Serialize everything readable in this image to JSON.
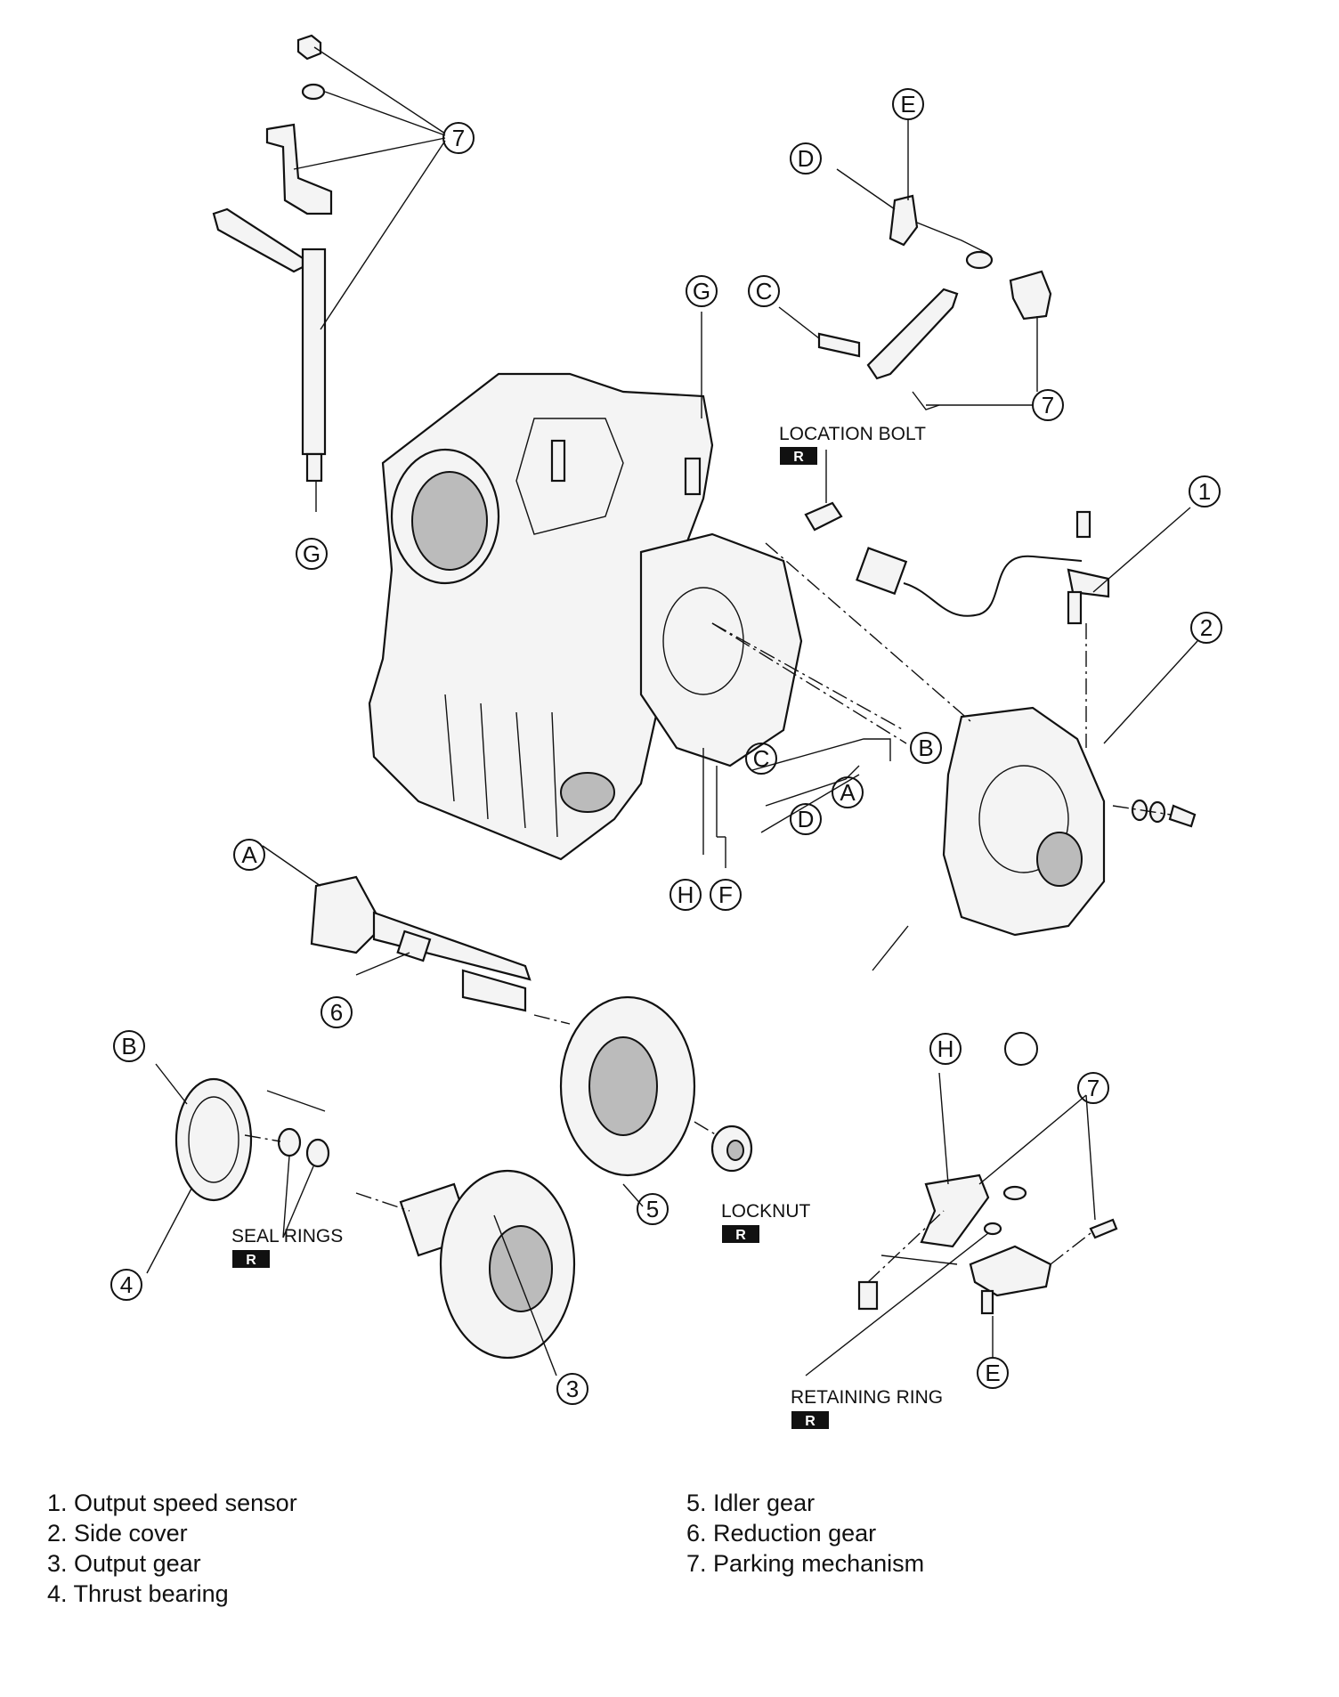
{
  "diagram": {
    "callouts": {
      "c7_top": "7",
      "c7_upper_right": "7",
      "c7_lower_right": "7",
      "c1": "1",
      "c2": "2",
      "c3": "3",
      "c4": "4",
      "c5": "5",
      "c6": "6",
      "A1": "A",
      "A2": "A",
      "B1": "B",
      "B2": "B",
      "C1": "C",
      "C2": "C",
      "D1": "D",
      "D2": "D",
      "E1": "E",
      "E2": "E",
      "F": "F",
      "G1": "G",
      "G2": "G",
      "H1": "H",
      "H2": "H"
    },
    "labels": {
      "location_bolt": "LOCATION BOLT",
      "seal_rings": "SEAL RINGS",
      "locknut": "LOCKNUT",
      "retaining_ring": "RETAINING RING",
      "replace_badge": "R"
    }
  },
  "legend": {
    "left": [
      "1. Output speed sensor",
      "2. Side cover",
      "3. Output gear",
      "4. Thrust bearing"
    ],
    "right": [
      "5. Idler gear",
      "6. Reduction gear",
      "7. Parking mechanism"
    ]
  }
}
